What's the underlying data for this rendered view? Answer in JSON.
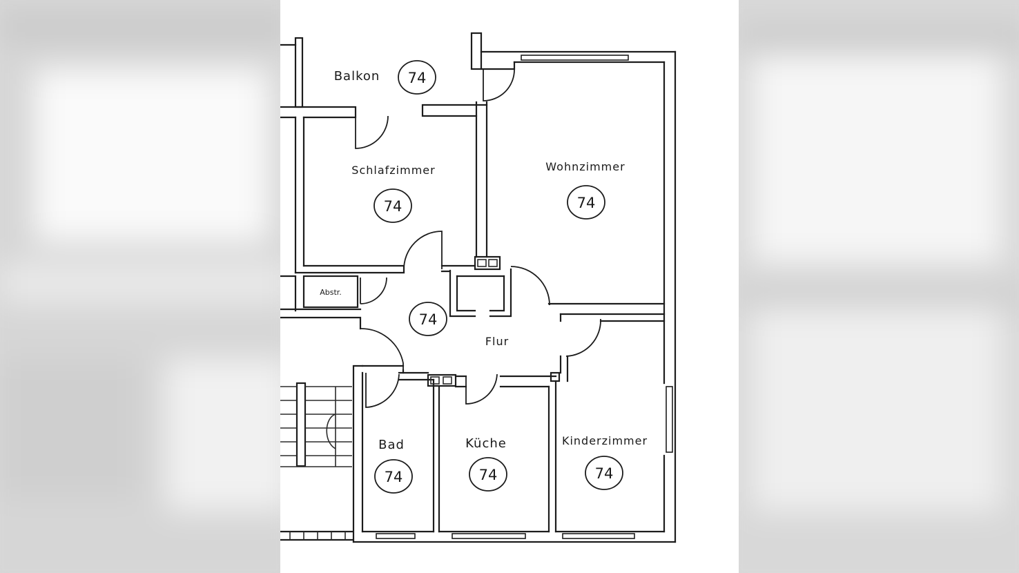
{
  "rooms": [
    {
      "name": "Balkon",
      "number": "74"
    },
    {
      "name": "Schlafzimmer",
      "number": "74"
    },
    {
      "name": "Wohnzimmer",
      "number": "74"
    },
    {
      "name": "Flur",
      "number": "74"
    },
    {
      "name": "Bad",
      "number": "74"
    },
    {
      "name": "Küche",
      "number": "74"
    },
    {
      "name": "Kinderzimmer",
      "number": "74"
    }
  ],
  "storage_label": "Abstr.",
  "colors": {
    "line": "#1c1c1c",
    "paper": "#ffffff",
    "backdrop": "#dcdcdc"
  }
}
